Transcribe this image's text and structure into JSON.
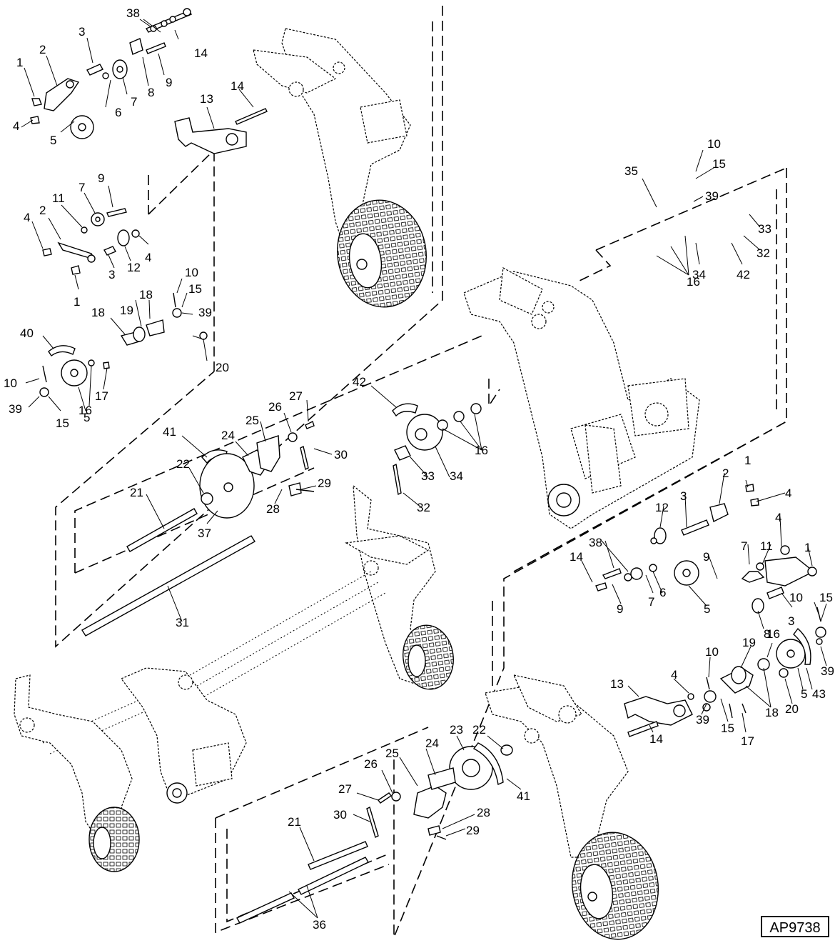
{
  "figure_code": "AP9738",
  "callouts": [
    {
      "id": "c1",
      "text": "38"
    },
    {
      "id": "c2",
      "text": "3"
    },
    {
      "id": "c3",
      "text": "14"
    },
    {
      "id": "c4",
      "text": "1"
    },
    {
      "id": "c5",
      "text": "2"
    },
    {
      "id": "c6",
      "text": "6"
    },
    {
      "id": "c7",
      "text": "7"
    },
    {
      "id": "c8",
      "text": "8"
    },
    {
      "id": "c9",
      "text": "9"
    },
    {
      "id": "c10",
      "text": "4"
    },
    {
      "id": "c11",
      "text": "5"
    },
    {
      "id": "c12",
      "text": "13"
    },
    {
      "id": "c13",
      "text": "14"
    },
    {
      "id": "c14",
      "text": "7"
    },
    {
      "id": "c15",
      "text": "9"
    },
    {
      "id": "c16",
      "text": "11"
    },
    {
      "id": "c17",
      "text": "4"
    },
    {
      "id": "c18",
      "text": "2"
    },
    {
      "id": "c19",
      "text": "4"
    },
    {
      "id": "c20",
      "text": "3"
    },
    {
      "id": "c21",
      "text": "12"
    },
    {
      "id": "c22",
      "text": "1"
    },
    {
      "id": "c23",
      "text": "10"
    },
    {
      "id": "c24",
      "text": "15"
    },
    {
      "id": "c25",
      "text": "18"
    },
    {
      "id": "c26",
      "text": "18"
    },
    {
      "id": "c27",
      "text": "19"
    },
    {
      "id": "c28",
      "text": "39"
    },
    {
      "id": "c29",
      "text": "40"
    },
    {
      "id": "c30",
      "text": "20"
    },
    {
      "id": "c31",
      "text": "10"
    },
    {
      "id": "c32",
      "text": "17"
    },
    {
      "id": "c33",
      "text": "16"
    },
    {
      "id": "c34",
      "text": "39"
    },
    {
      "id": "c35",
      "text": "15"
    },
    {
      "id": "c36",
      "text": "5"
    },
    {
      "id": "c37",
      "text": "35"
    },
    {
      "id": "c38",
      "text": "10"
    },
    {
      "id": "c39",
      "text": "15"
    },
    {
      "id": "c40",
      "text": "39"
    },
    {
      "id": "c41",
      "text": "33"
    },
    {
      "id": "c42",
      "text": "32"
    },
    {
      "id": "c43",
      "text": "34"
    },
    {
      "id": "c44",
      "text": "42"
    },
    {
      "id": "c45",
      "text": "16"
    },
    {
      "id": "c46",
      "text": "42"
    },
    {
      "id": "c47",
      "text": "27"
    },
    {
      "id": "c48",
      "text": "26"
    },
    {
      "id": "c49",
      "text": "41"
    },
    {
      "id": "c50",
      "text": "25"
    },
    {
      "id": "c51",
      "text": "24"
    },
    {
      "id": "c52",
      "text": "30"
    },
    {
      "id": "c53",
      "text": "22"
    },
    {
      "id": "c54",
      "text": "16"
    },
    {
      "id": "c55",
      "text": "29"
    },
    {
      "id": "c56",
      "text": "21"
    },
    {
      "id": "c57",
      "text": "33"
    },
    {
      "id": "c58",
      "text": "34"
    },
    {
      "id": "c59",
      "text": "28"
    },
    {
      "id": "c60",
      "text": "37"
    },
    {
      "id": "c61",
      "text": "32"
    },
    {
      "id": "c62",
      "text": "31"
    },
    {
      "id": "c63",
      "text": "1"
    },
    {
      "id": "c64",
      "text": "2"
    },
    {
      "id": "c65",
      "text": "4"
    },
    {
      "id": "c66",
      "text": "3"
    },
    {
      "id": "c67",
      "text": "12"
    },
    {
      "id": "c68",
      "text": "38"
    },
    {
      "id": "c69",
      "text": "4"
    },
    {
      "id": "c70",
      "text": "7"
    },
    {
      "id": "c71",
      "text": "11"
    },
    {
      "id": "c72",
      "text": "1"
    },
    {
      "id": "c73",
      "text": "14"
    },
    {
      "id": "c74",
      "text": "9"
    },
    {
      "id": "c75",
      "text": "9"
    },
    {
      "id": "c76",
      "text": "7"
    },
    {
      "id": "c77",
      "text": "6"
    },
    {
      "id": "c78",
      "text": "5"
    },
    {
      "id": "c79",
      "text": "10"
    },
    {
      "id": "c80",
      "text": "15"
    },
    {
      "id": "c81",
      "text": "3"
    },
    {
      "id": "c82",
      "text": "8"
    },
    {
      "id": "c83",
      "text": "16"
    },
    {
      "id": "c84",
      "text": "19"
    },
    {
      "id": "c85",
      "text": "39"
    },
    {
      "id": "c86",
      "text": "10"
    },
    {
      "id": "c87",
      "text": "4"
    },
    {
      "id": "c88",
      "text": "13"
    },
    {
      "id": "c89",
      "text": "5"
    },
    {
      "id": "c90",
      "text": "43"
    },
    {
      "id": "c91",
      "text": "20"
    },
    {
      "id": "c92",
      "text": "18"
    },
    {
      "id": "c93",
      "text": "39"
    },
    {
      "id": "c94",
      "text": "15"
    },
    {
      "id": "c95",
      "text": "17"
    },
    {
      "id": "c96",
      "text": "14"
    },
    {
      "id": "c97",
      "text": "23"
    },
    {
      "id": "c98",
      "text": "22"
    },
    {
      "id": "c99",
      "text": "25"
    },
    {
      "id": "c100",
      "text": "24"
    },
    {
      "id": "c101",
      "text": "26"
    },
    {
      "id": "c102",
      "text": "27"
    },
    {
      "id": "c103",
      "text": "41"
    },
    {
      "id": "c104",
      "text": "28"
    },
    {
      "id": "c105",
      "text": "30"
    },
    {
      "id": "c106",
      "text": "29"
    },
    {
      "id": "c107",
      "text": "21"
    },
    {
      "id": "c108",
      "text": "36"
    }
  ]
}
